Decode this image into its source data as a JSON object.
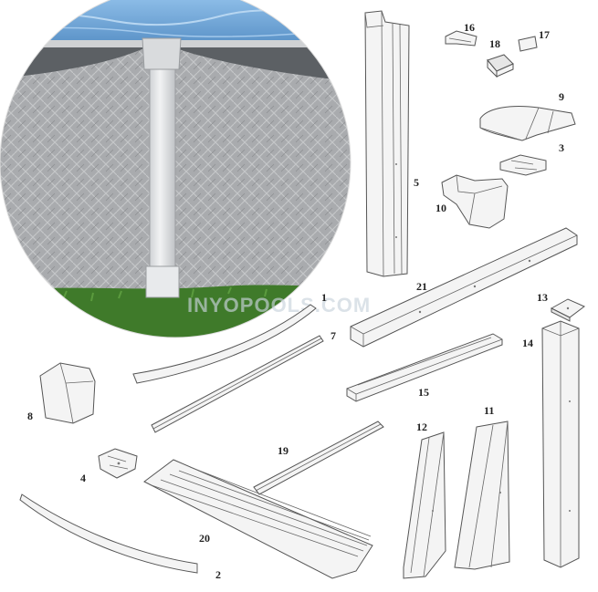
{
  "watermark": "INYOPOOLS.COM",
  "parts": [
    {
      "id": "part-1",
      "label": "1"
    },
    {
      "id": "part-2",
      "label": "2"
    },
    {
      "id": "part-3",
      "label": "3"
    },
    {
      "id": "part-4",
      "label": "4"
    },
    {
      "id": "part-5",
      "label": "5"
    },
    {
      "id": "part-7",
      "label": "7"
    },
    {
      "id": "part-8",
      "label": "8"
    },
    {
      "id": "part-9",
      "label": "9"
    },
    {
      "id": "part-10",
      "label": "10"
    },
    {
      "id": "part-11",
      "label": "11"
    },
    {
      "id": "part-12",
      "label": "12"
    },
    {
      "id": "part-13",
      "label": "13"
    },
    {
      "id": "part-14",
      "label": "14"
    },
    {
      "id": "part-15",
      "label": "15"
    },
    {
      "id": "part-16",
      "label": "16"
    },
    {
      "id": "part-17",
      "label": "17"
    },
    {
      "id": "part-18",
      "label": "18"
    },
    {
      "id": "part-19",
      "label": "19"
    },
    {
      "id": "part-20",
      "label": "20"
    },
    {
      "id": "part-21",
      "label": "21"
    }
  ],
  "colors": {
    "water": "#6fa3d6",
    "pool_wall": "#a9abae",
    "grass": "#3f7a2a",
    "upright": "#e3e5e7",
    "line_art": "#555555"
  }
}
